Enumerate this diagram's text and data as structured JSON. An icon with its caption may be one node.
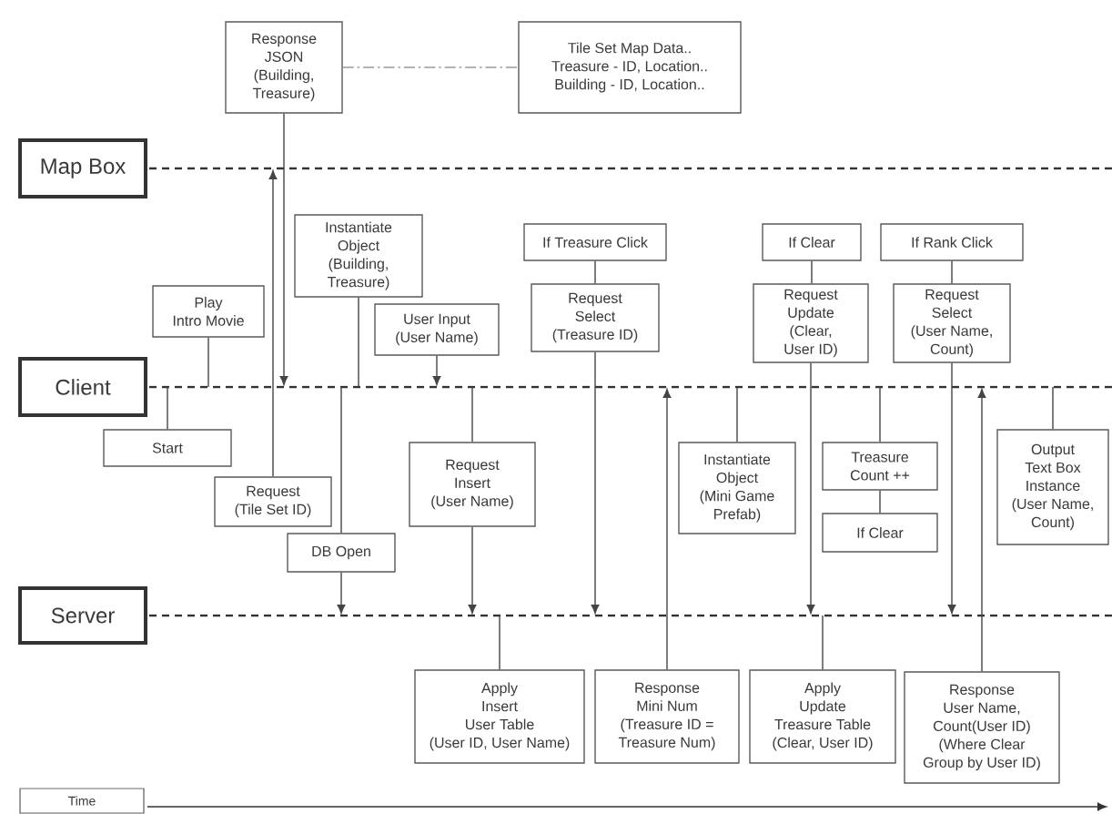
{
  "diagram": {
    "nodes": [
      {
        "text": [
          "Response JSON (Building, Treasure)"
        ]
      },
      {
        "text": [
          "Tile Set Map Data.. Treasure - ID, Location.. Building - ID, Location.."
        ]
      },
      {
        "text": [
          "Map Box"
        ]
      },
      {
        "text": [
          "Instantiate Object (Building, Treasure)"
        ]
      },
      {
        "text": [
          "If Treasure Click"
        ]
      },
      {
        "text": [
          "If Clear"
        ]
      },
      {
        "text": [
          "If Rank Click"
        ]
      },
      {
        "text": [
          "Request Select (Treasure ID)"
        ]
      },
      {
        "text": [
          "Request Update (Clear, User ID)"
        ]
      },
      {
        "text": [
          "Request Select (User Name, Count)"
        ]
      },
      {
        "text": [
          "Play Intro Movie"
        ]
      },
      {
        "text": [
          "User Input (User Name)"
        ]
      },
      {
        "text": [
          "Client"
        ]
      },
      {
        "text": [
          "Start"
        ]
      },
      {
        "text": [
          "Request (Tile Set ID)"
        ]
      },
      {
        "text": [
          "DB Open"
        ]
      },
      {
        "text": [
          "Request Insert (User Name)"
        ]
      },
      {
        "text": [
          "Instantiate Object (Mini Game Prefab)"
        ]
      },
      {
        "text": [
          "Treasure Count ++"
        ]
      },
      {
        "text": [
          "If Clear"
        ]
      },
      {
        "text": [
          "Output Text Box Instance (User Name, Count)"
        ]
      },
      {
        "text": [
          "Server"
        ]
      },
      {
        "text": [
          "Apply Insert User Table (User ID, User Name)"
        ]
      },
      {
        "text": [
          "Response Mini Num (Treasure ID = Treasure Num)"
        ]
      },
      {
        "text": [
          "Apply Update Treasure Table (Clear, User ID)"
        ]
      },
      {
        "text": [
          "Response User Name, Count(User ID) (Where Clear Group by User ID)"
        ]
      },
      {
        "text": [
          "Time"
        ]
      }
    ],
    "edges": [
      {
        "from": 0,
        "to": 1,
        "arrow": "none",
        "style": "dashed",
        "color": "#9a9a9a"
      },
      {
        "from": 0,
        "to": null,
        "arrow": "to"
      },
      {
        "from": 14,
        "to": null,
        "arrow": "to"
      },
      {
        "from": 3,
        "to": null,
        "arrow": "none"
      },
      {
        "from": 10,
        "to": null,
        "arrow": "none"
      },
      {
        "from": 13,
        "to": 12,
        "arrow": "none"
      },
      {
        "from": 11,
        "to": null,
        "arrow": "to"
      },
      {
        "from": 15,
        "to": null,
        "arrow": "none"
      },
      {
        "from": 15,
        "to": null,
        "arrow": "to"
      },
      {
        "from": 16,
        "to": null,
        "arrow": "none"
      },
      {
        "from": 16,
        "to": null,
        "arrow": "to"
      },
      {
        "from": 22,
        "to": null,
        "arrow": "none"
      },
      {
        "from": 4,
        "to": 7,
        "arrow": "none"
      },
      {
        "from": 7,
        "to": null,
        "arrow": "to"
      },
      {
        "from": 23,
        "to": null,
        "arrow": "to"
      },
      {
        "from": 17,
        "to": null,
        "arrow": "none"
      },
      {
        "from": 5,
        "to": 8,
        "arrow": "none"
      },
      {
        "from": 8,
        "to": null,
        "arrow": "to"
      },
      {
        "from": 24,
        "to": null,
        "arrow": "none"
      },
      {
        "from": 18,
        "to": null,
        "arrow": "none"
      },
      {
        "from": 18,
        "to": 19,
        "arrow": "none"
      },
      {
        "from": 6,
        "to": 9,
        "arrow": "none"
      },
      {
        "from": 9,
        "to": null,
        "arrow": "to"
      },
      {
        "from": 25,
        "to": null,
        "arrow": "to"
      },
      {
        "from": 20,
        "to": null,
        "arrow": "none"
      }
    ]
  }
}
